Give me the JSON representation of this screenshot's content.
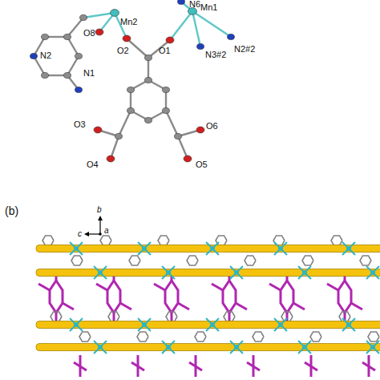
{
  "diagram": {
    "labels": [
      "Mn2",
      "Mn1",
      "N6",
      "N2",
      "N1",
      "O8",
      "O2",
      "O1",
      "N3#2",
      "N2#2",
      "O3",
      "O4",
      "O6",
      "O5",
      "(b)",
      "b",
      "c",
      "a"
    ]
  }
}
